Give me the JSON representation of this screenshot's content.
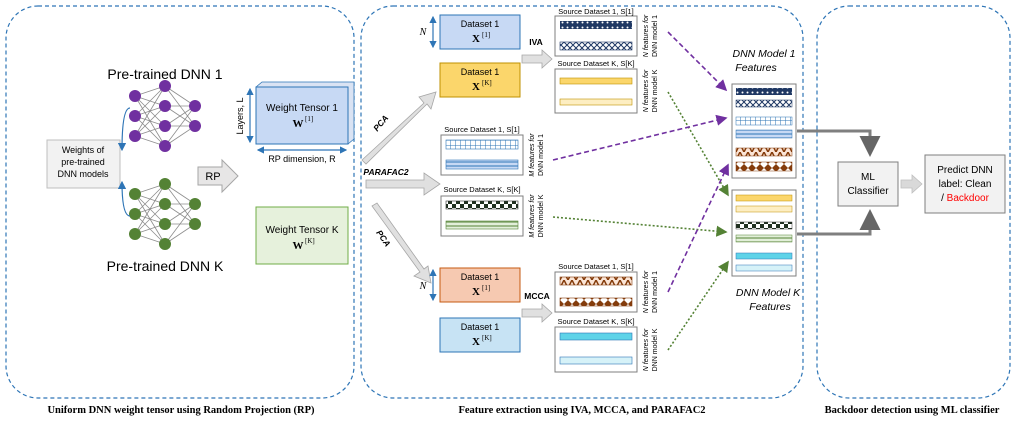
{
  "panels": {
    "rp": {
      "caption": "Uniform DNN weight tensor using Random Projection (RP)",
      "model_1_title": "Pre-trained DNN 1",
      "model_k_title": "Pre-trained DNN K",
      "weights_box": [
        "Weights of",
        "pre-trained",
        "DNN models"
      ],
      "rp_label": "RP",
      "layers_label": "Layers, L",
      "rp_dimension_label": "RP dimension, R",
      "tensor_1": {
        "label": "Weight Tensor 1",
        "symbol": "W",
        "superscript": "[1]"
      },
      "tensor_k": {
        "label": "Weight Tensor K",
        "symbol": "W",
        "superscript": "[K]"
      }
    },
    "features": {
      "caption": "Feature extraction using IVA, MCCA, and PARAFAC2",
      "method_pca_top": "PCA",
      "method_parafac2": "PARAFAC2",
      "method_pca_bottom": "PCA",
      "method_iva": "IVA",
      "method_mcca": "MCCA",
      "n_label": "N",
      "dataset_1": {
        "label": "Dataset 1",
        "symbol": "X",
        "superscript": "[1]"
      },
      "dataset_k": {
        "label": "Dataset 1",
        "symbol": "X",
        "superscript": "[K]"
      },
      "source_1": "Source Dataset 1, S[1]",
      "source_k": "Source Dataset K, S[K]",
      "n_features_model_1": [
        "N features for",
        "DNN model 1"
      ],
      "n_features_model_k": [
        "N features for",
        "DNN model K"
      ],
      "m_features_model_1": [
        "M features for",
        "DNN model 1"
      ],
      "m_features_model_k": [
        "M features for",
        "DNN model K"
      ]
    },
    "detection": {
      "caption": "Backdoor detection using ML classifier",
      "model_1_features": [
        "DNN Model 1",
        "Features"
      ],
      "model_k_features": [
        "DNN Model K",
        "Features"
      ],
      "classifier": [
        "ML",
        "Classifier"
      ],
      "predict_lines": [
        "Predict DNN",
        "label: Clean"
      ],
      "predict_slash": "/ ",
      "predict_backdoor": "Backdoor"
    }
  },
  "colors": {
    "panel_border": "#2e75b6",
    "blue_fill": "#c7d9f4",
    "yellow_fill": "#fbd66b",
    "green_fill": "#e6f1dc",
    "salmon_fill": "#f6c9b1",
    "purple_arrow": "#7030a0",
    "green_arrow": "#548235",
    "backdoor_text": "#ff0000",
    "node_purple": "#7030a0",
    "node_green": "#548235"
  }
}
